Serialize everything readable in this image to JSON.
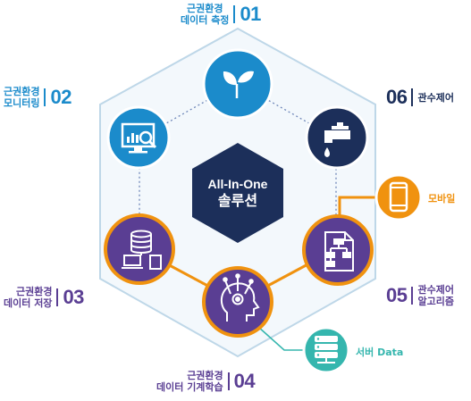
{
  "center": {
    "line1": "All-In-One",
    "line2": "솔루션"
  },
  "labels": {
    "l01": {
      "text1": "근권환경",
      "text2": "데이터 측정",
      "num": "01"
    },
    "l02": {
      "text1": "근권환경",
      "text2": "모니터링",
      "num": "02"
    },
    "l03": {
      "text1": "근권환경",
      "text2": "데이터 저장",
      "num": "03"
    },
    "l04": {
      "text1": "근권환경",
      "text2": "데이터 기계학습",
      "num": "04"
    },
    "l05": {
      "text1": "관수제어",
      "text2": "알고리즘",
      "num": "05"
    },
    "l06": {
      "text1": "관수제어",
      "num": "06"
    }
  },
  "mobile_label": "모바일",
  "server_label": "서버 Data",
  "colors": {
    "blue": "#1b8bcb",
    "navy": "#1c2f5a",
    "purple": "#5a3e93",
    "orange": "#f0920f",
    "teal": "#35b6ae",
    "hex_line": "#bed7e8",
    "hex_fill": "#f3f8fc"
  },
  "icons": [
    "sprout-icon",
    "monitor-chart-icon",
    "faucet-icon",
    "database-server-icon",
    "head-gear-icon",
    "flowchart-document-icon",
    "smartphone-icon",
    "server-stack-icon"
  ]
}
